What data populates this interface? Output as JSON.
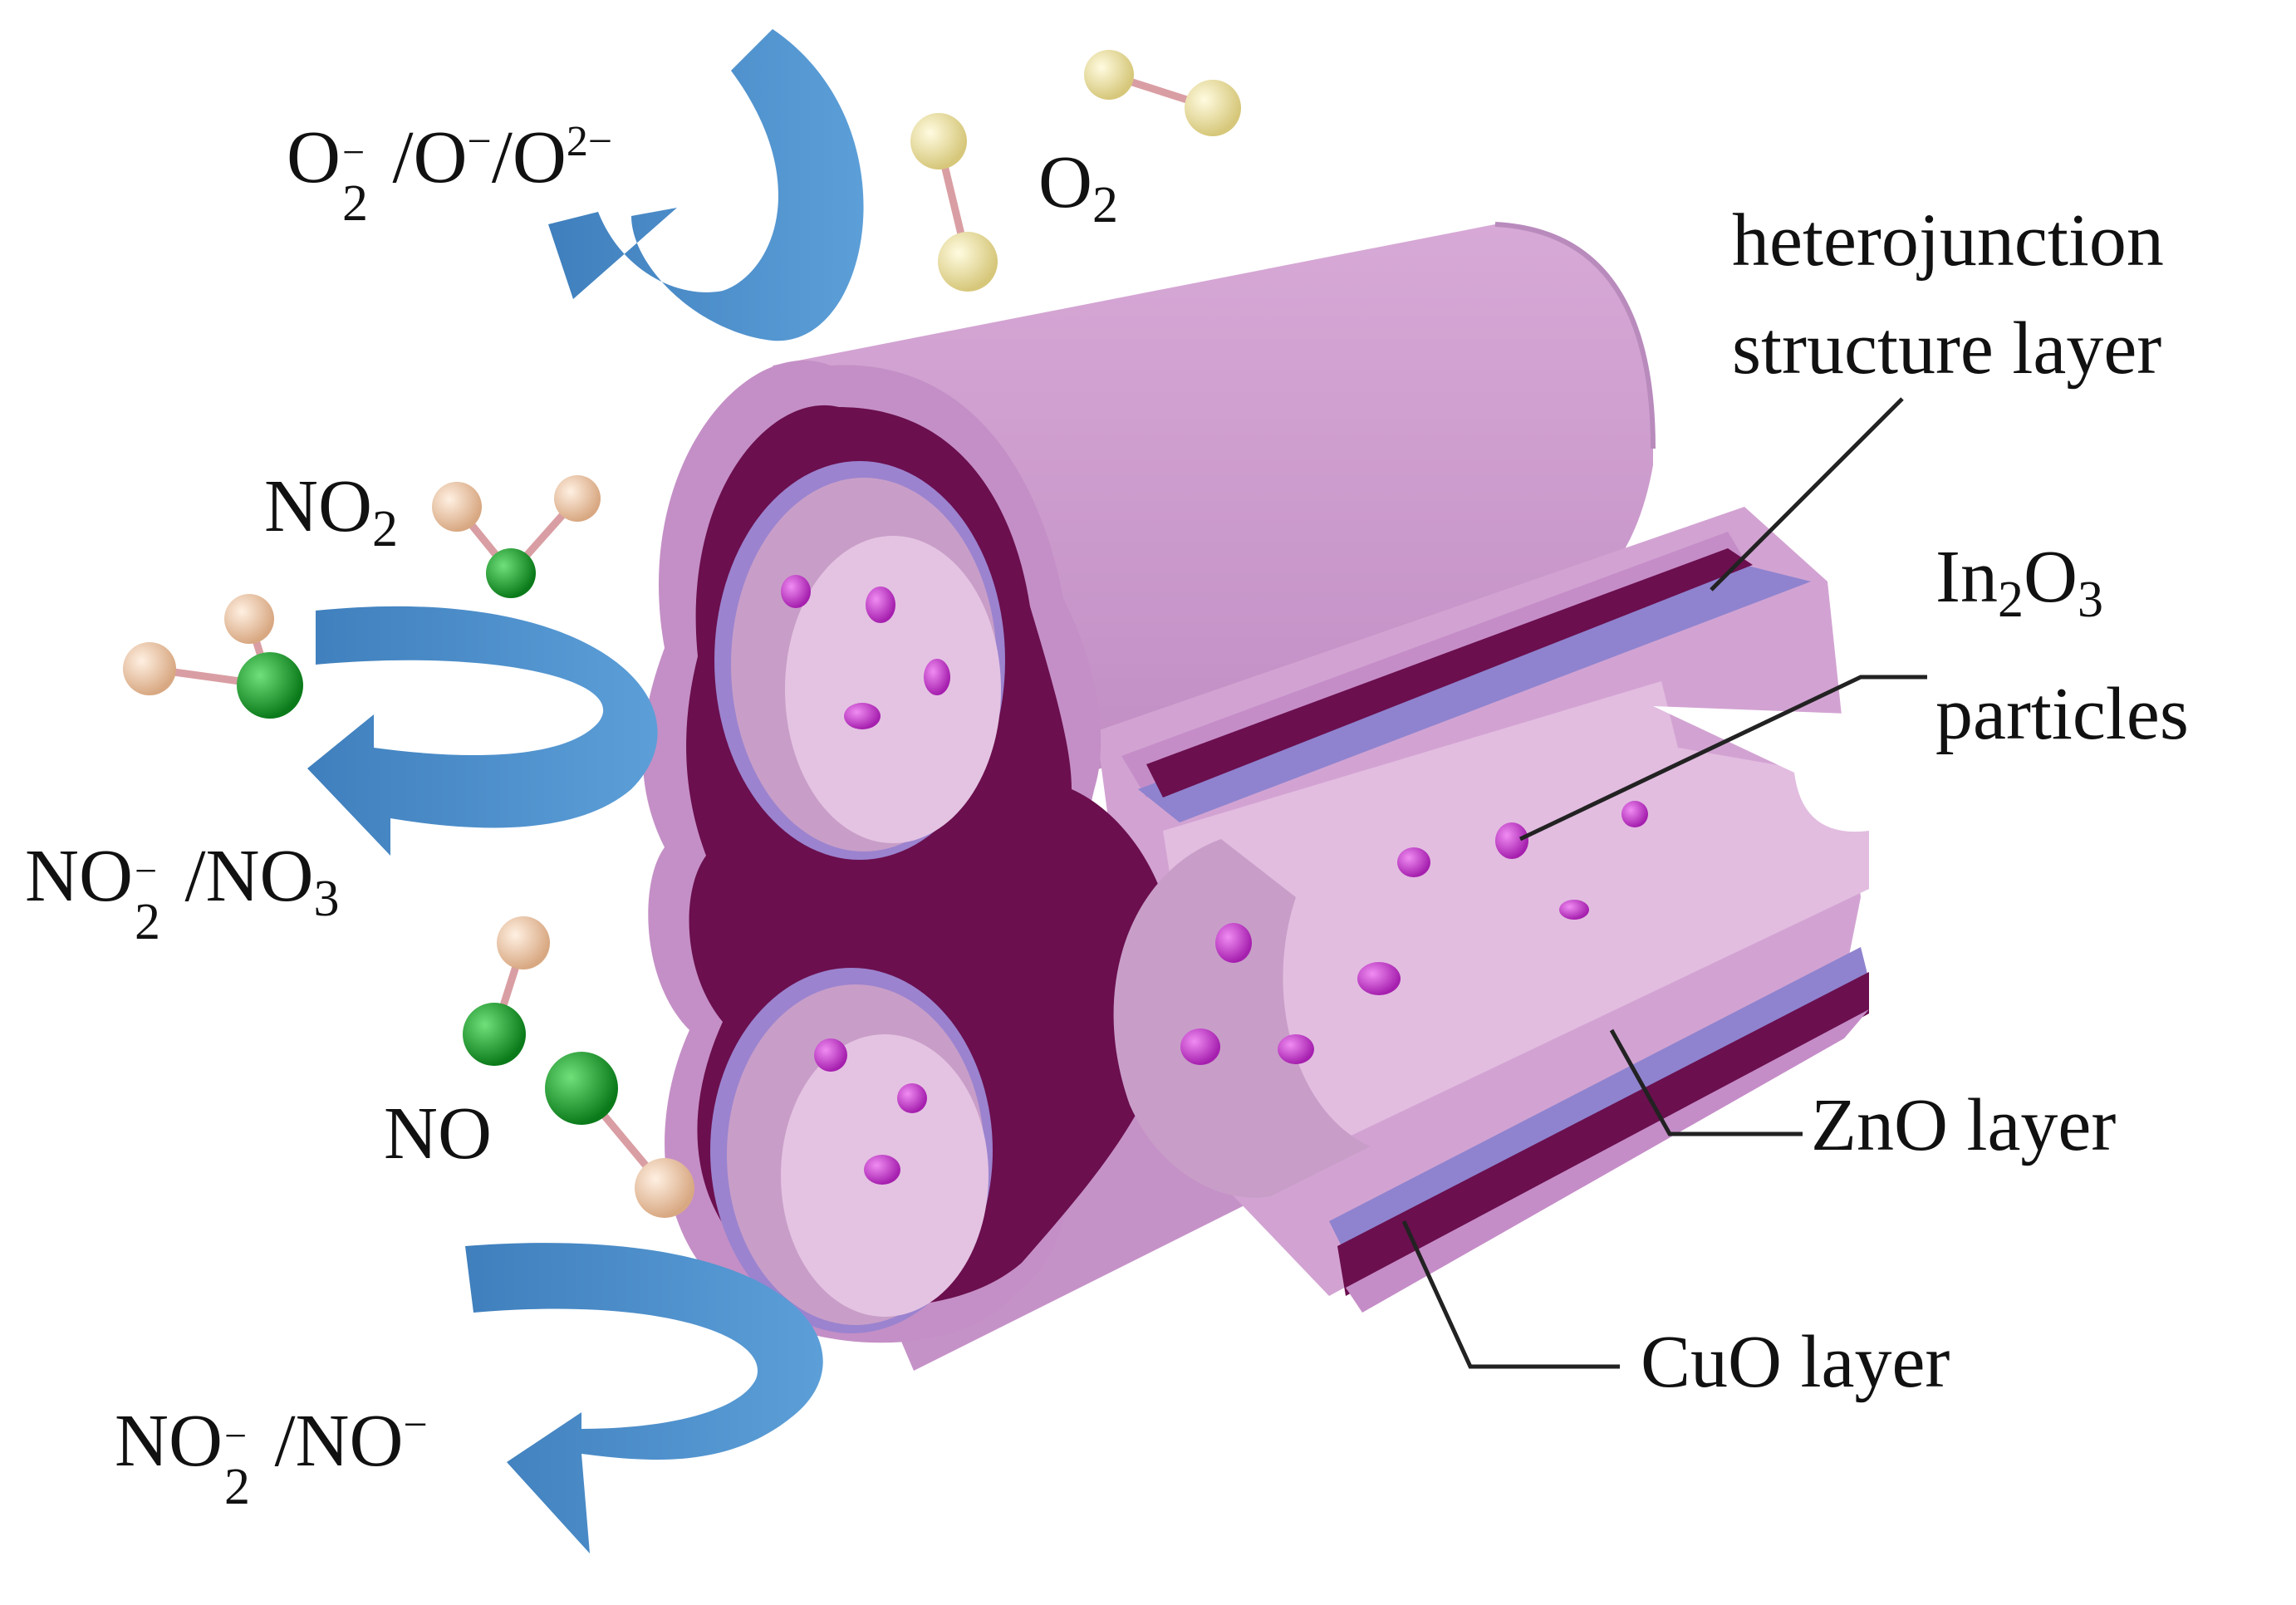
{
  "species": {
    "o2_ions": {
      "o": "O",
      "sub2": "2",
      "sup_minus": "−",
      "rest1": " /O",
      "sup1": "−",
      "rest2": "/O",
      "sup2": "2−"
    },
    "o2_gas": {
      "o": "O",
      "sub": "2"
    },
    "no2_gas": {
      "n": "NO",
      "sub": "2"
    },
    "no2_ions": {
      "a": "NO",
      "sub2": "2",
      "sup": "−",
      "b": " /NO",
      "sub3": "3"
    },
    "no_gas": {
      "text": "NO"
    },
    "no_ions": {
      "a": "NO",
      "sub2": "2",
      "sup": "−",
      "b": " /NO",
      "sup2": "−"
    }
  },
  "labels": {
    "heterojunction_line1": "heterojunction",
    "heterojunction_line2": "structure layer",
    "in2o3_in": "In",
    "in2o3_sub2": "2",
    "in2o3_o": "O",
    "in2o3_sub3": "3",
    "in2o3_line2": "particles",
    "zno": "ZnO layer",
    "cuo": "CuO layer"
  },
  "colors": {
    "tube_light": "#cf9fcf",
    "tube_mid": "#b57bbb",
    "tube_dark": "#6b0f4e",
    "zno_band": "#8f83cf",
    "particle": "#c23cc9",
    "arrow": "#4f8fca",
    "oxygen_atom": "#ece2a2",
    "nitrogen_atom": "#1f9b2e",
    "no2_oxygen_atom": "#edc4a6",
    "bond": "#d99ea3"
  }
}
